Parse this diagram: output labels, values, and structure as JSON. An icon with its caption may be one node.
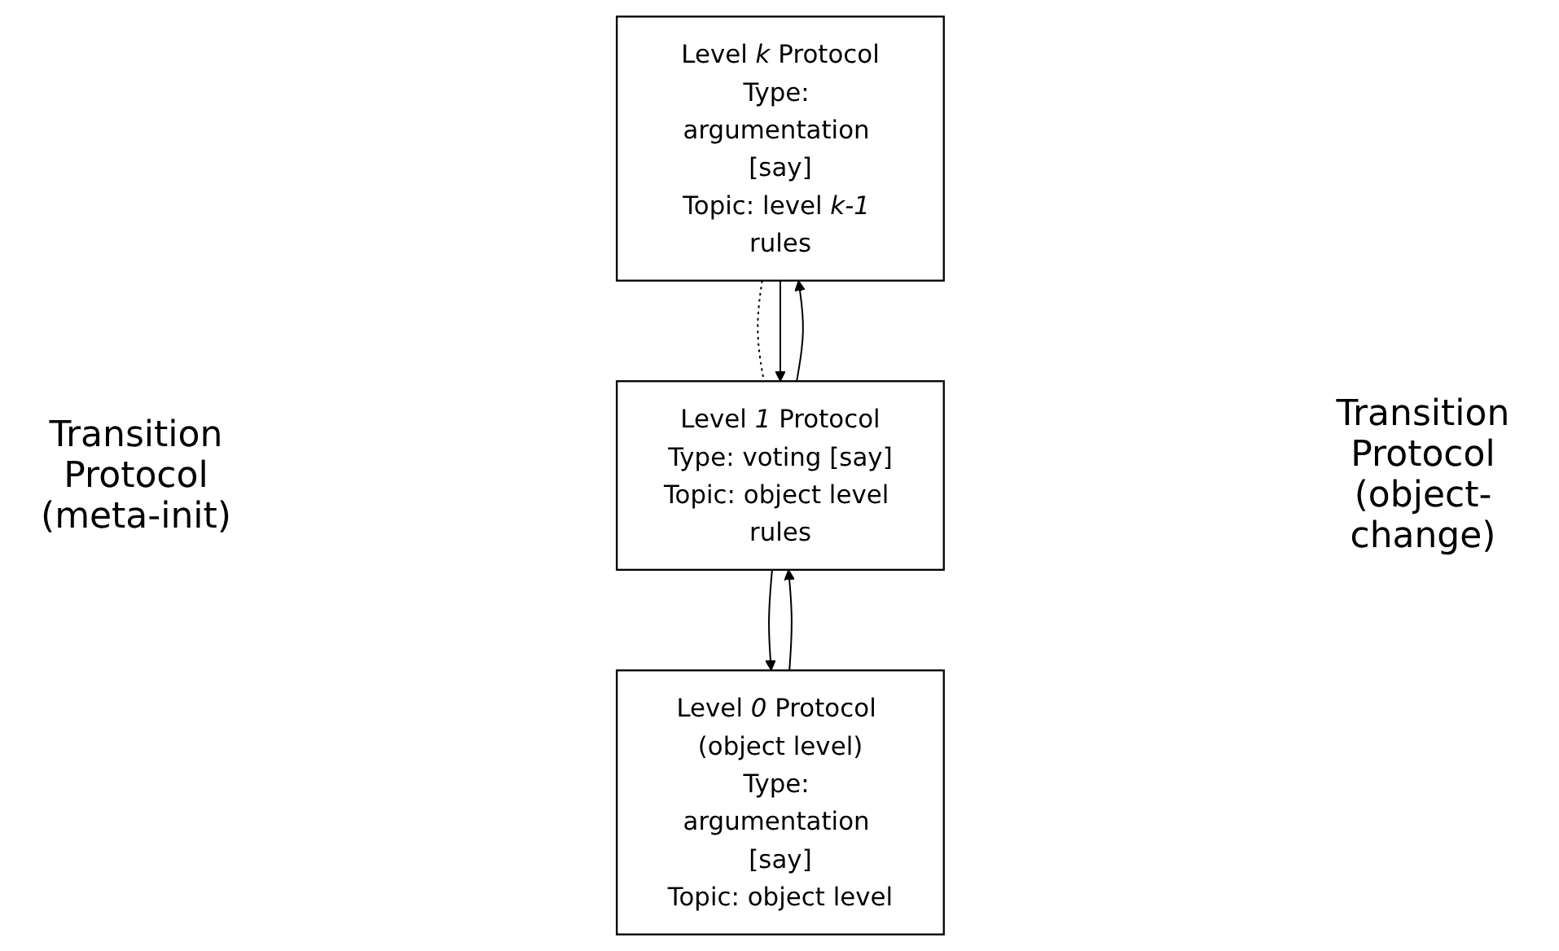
{
  "diagram": {
    "nodes": [
      {
        "text": [
          "Level *k* Protocol",
          "Type: argumentation [say]",
          "Topic: level *k-1* rules"
        ]
      },
      {
        "text": [
          "Level *1* Protocol",
          "Type: voting [say]",
          "Topic: object level rules"
        ]
      },
      {
        "text": [
          "Level *0* Protocol (object level)",
          "Type: argumentation [say]",
          "Topic: object level"
        ]
      }
    ],
    "edges": [
      {
        "from": 0,
        "to": 1,
        "arrow": "none",
        "style": "dashed"
      },
      {
        "from": 2,
        "to": 1,
        "arrow": "to"
      },
      {
        "from": 1,
        "to": 0,
        "arrow": "to"
      },
      {
        "from": 0,
        "to": 1,
        "arrow": "to"
      },
      {
        "from": 1,
        "to": 2,
        "arrow": "to"
      }
    ],
    "labels": [
      "Transition Protocol (meta-init)",
      "Transition Protocol (object-change)"
    ]
  }
}
